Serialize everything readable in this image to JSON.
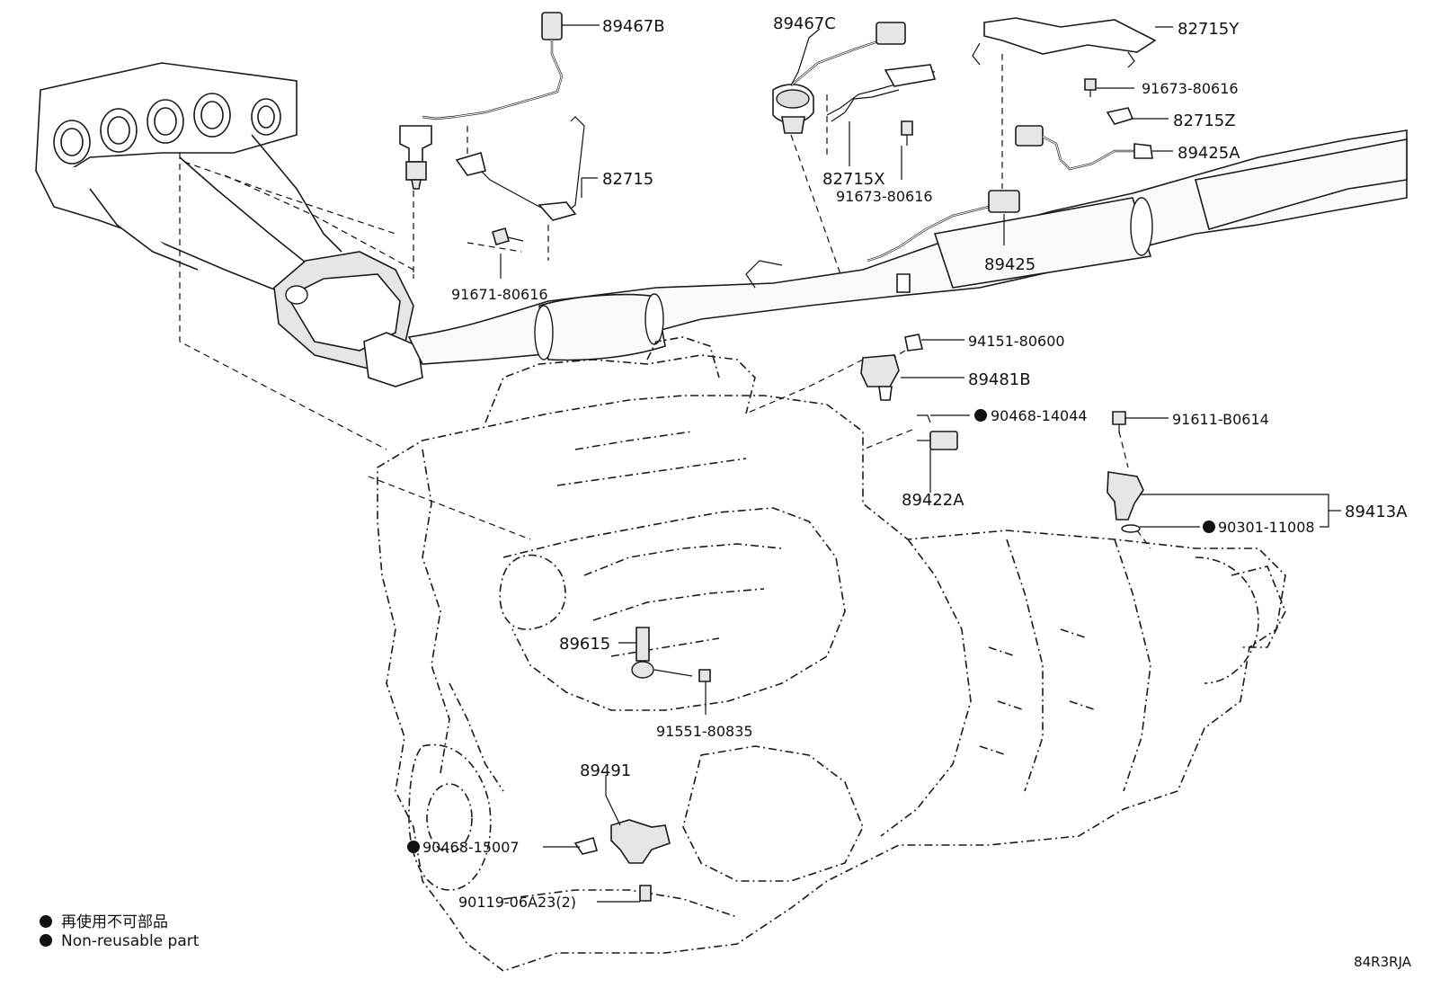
{
  "labels": {
    "p89467B": "89467B",
    "p89467C": "89467C",
    "p82715Y": "82715Y",
    "p91673_a": "91673-80616",
    "p82715Z": "82715Z",
    "p89425A": "89425A",
    "p82715": "82715",
    "p82715X": "82715X",
    "p91673_b": "91673-80616",
    "p89425": "89425",
    "p91671": "91671-80616",
    "p94151": "94151-80600",
    "p89481B": "89481B",
    "p90468_14044": "90468-14044",
    "p91611": "91611-B0614",
    "p89422A": "89422A",
    "p89413A": "89413A",
    "p90301": "90301-11008",
    "p89615": "89615",
    "p91551": "91551-80835",
    "p89491": "89491",
    "p90468_15007": "90468-15007",
    "p90119": "90119-06A23(2)"
  },
  "legend": {
    "line1": "再使用不可部品",
    "line2": "Non-reusable part"
  },
  "diagram_code": "84R3RJA"
}
